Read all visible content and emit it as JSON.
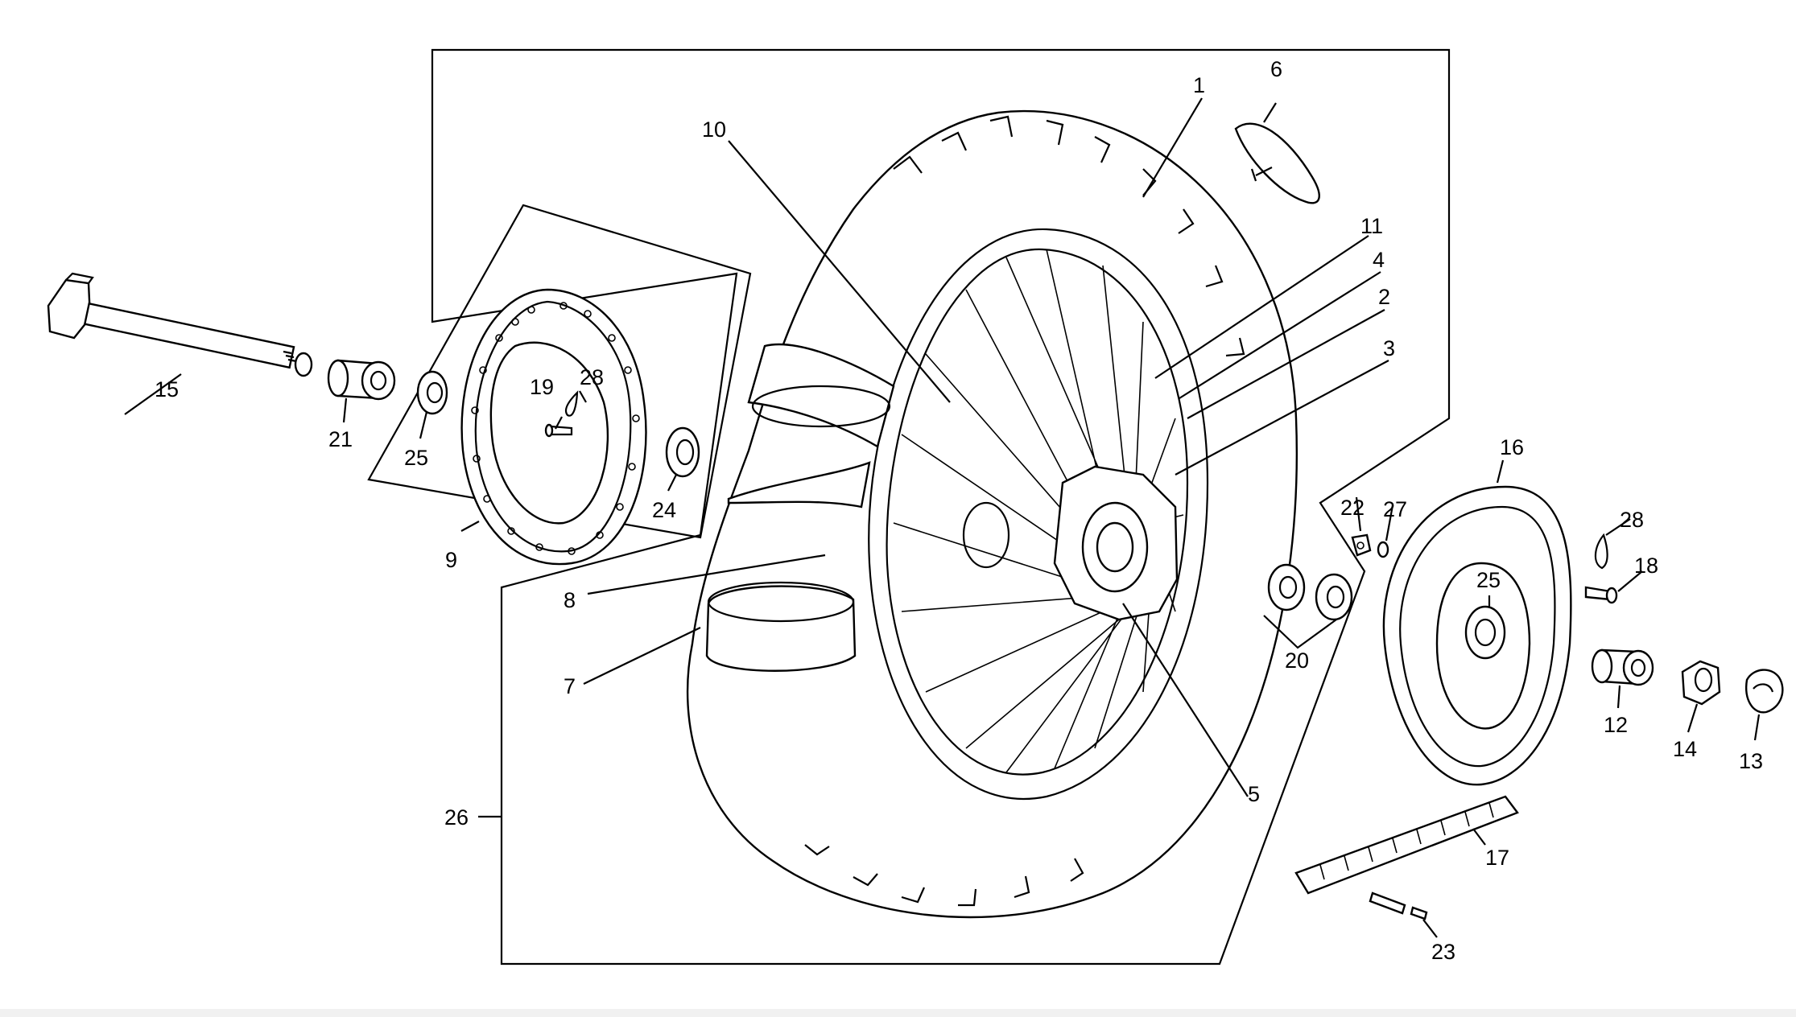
{
  "callouts": {
    "c1": "1",
    "c2": "2",
    "c3": "3",
    "c4": "4",
    "c5": "5",
    "c6": "6",
    "c7a": "7",
    "c8": "8",
    "c9": "9",
    "c10": "10",
    "c11": "11",
    "c12": "12",
    "c13": "13",
    "c14": "14",
    "c15": "15",
    "c16": "16",
    "c17": "17",
    "c18": "18",
    "c19": "19",
    "c20": "20",
    "c21": "21",
    "c22": "22",
    "c23": "23",
    "c24": "24",
    "c25a": "25",
    "c25b": "25",
    "c26": "26",
    "c27": "27",
    "c28a": "28",
    "c28b": "28"
  }
}
